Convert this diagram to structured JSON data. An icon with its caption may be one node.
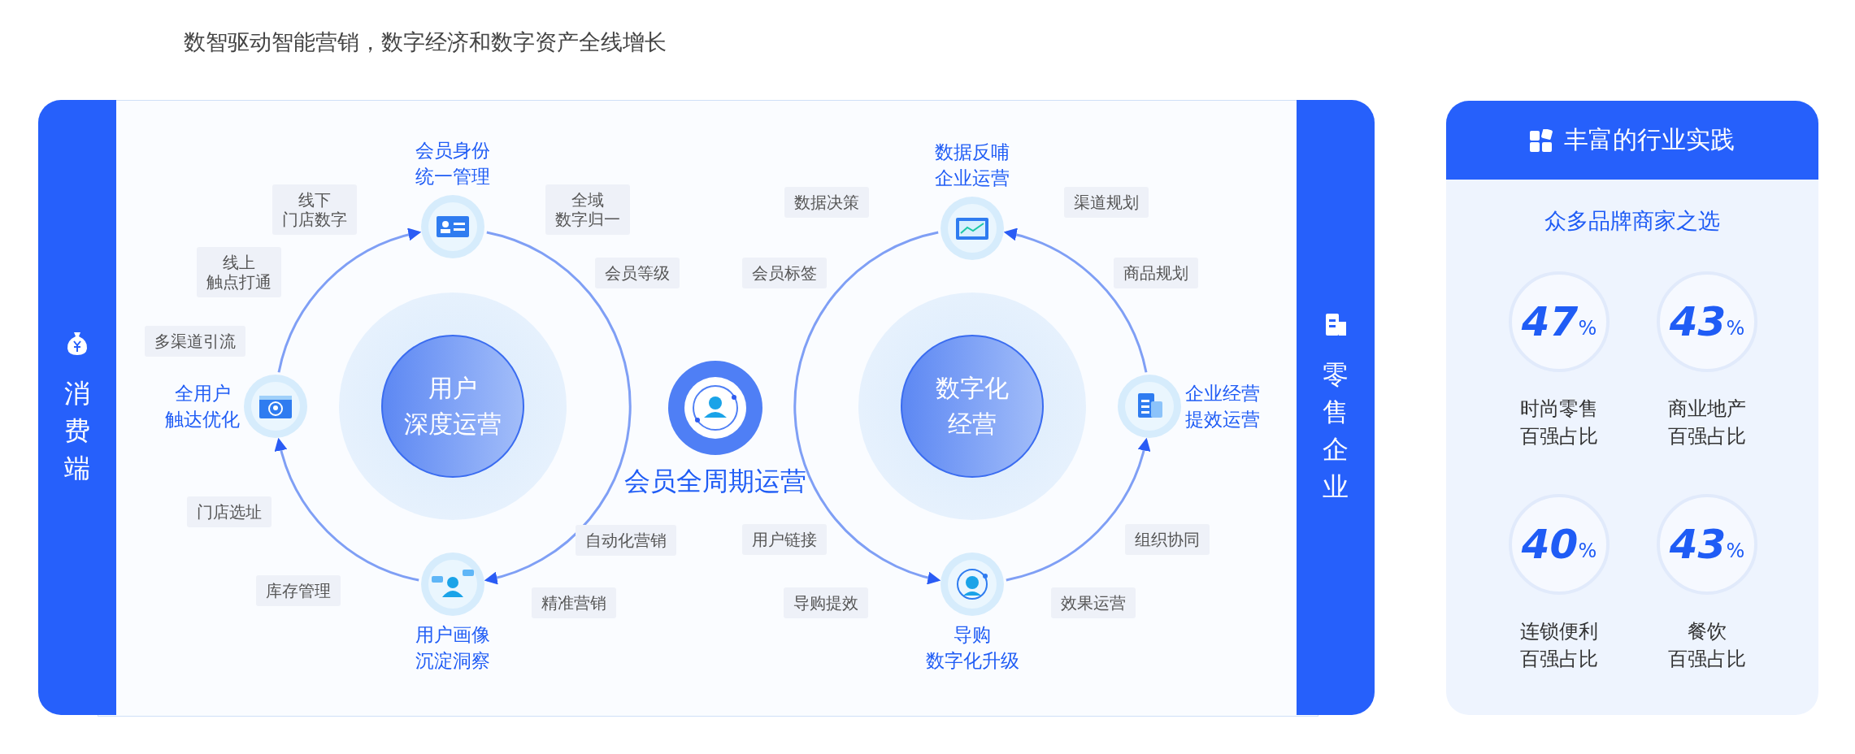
{
  "diagram": {
    "title": "数智驱动智能营销，数字经济和数字资产全线增长",
    "nodes": [
      {
        "text": [
          "消费端"
        ]
      },
      {
        "text": [
          "零售企业"
        ]
      },
      {
        "text": [
          "用户深度运营"
        ]
      },
      {
        "text": [
          "会员身份统一管理"
        ]
      },
      {
        "text": [
          "全用户触达优化"
        ]
      },
      {
        "text": [
          "用户画像沉淀洞察"
        ]
      },
      {
        "text": [
          "会员全周期运营"
        ]
      },
      {
        "text": [
          "数字化经营"
        ]
      },
      {
        "text": [
          "数据反哺企业运营"
        ]
      },
      {
        "text": [
          "企业经营提效运营"
        ]
      },
      {
        "text": [
          "导购数字化升级"
        ]
      },
      {
        "text": [
          "线下门店数字"
        ]
      },
      {
        "text": [
          "全域数字归一"
        ]
      },
      {
        "text": [
          "线上触点打通"
        ]
      },
      {
        "text": [
          "会员等级"
        ]
      },
      {
        "text": [
          "多渠道引流"
        ]
      },
      {
        "text": [
          "门店选址"
        ]
      },
      {
        "text": [
          "自动化营销"
        ]
      },
      {
        "text": [
          "库存管理"
        ]
      },
      {
        "text": [
          "精准营销"
        ]
      },
      {
        "text": [
          "数据决策"
        ]
      },
      {
        "text": [
          "渠道规划"
        ]
      },
      {
        "text": [
          "会员标签"
        ]
      },
      {
        "text": [
          "商品规划"
        ]
      },
      {
        "text": [
          "用户链接"
        ]
      },
      {
        "text": [
          "组织协同"
        ]
      },
      {
        "text": [
          "导购提效"
        ]
      },
      {
        "text": [
          "效果运营"
        ]
      },
      {
        "text": [
          "众多品牌商家之选"
        ]
      },
      {
        "text": [
          "丰富的行业实践"
        ],
        "in": 28
      },
      {
        "text": [
          "47%"
        ],
        "beside": [
          "时尚零售百强占比"
        ],
        "in": 28
      },
      {
        "text": [
          "43%"
        ],
        "beside": [
          "商业地产百强占比"
        ],
        "in": 28
      },
      {
        "text": [
          "40%"
        ],
        "beside": [
          "连锁便利百强占比"
        ],
        "in": 28
      },
      {
        "text": [
          "43%"
        ],
        "beside": [
          "餐饮百强占比"
        ],
        "in": 28
      }
    ],
    "edges": [
      {
        "from": 4,
        "to": 3,
        "arrow": "to"
      },
      {
        "from": 3,
        "to": 5,
        "arrow": "to"
      },
      {
        "from": 5,
        "to": 4,
        "arrow": "to"
      },
      {
        "from": 10,
        "to": 9,
        "arrow": "to"
      },
      {
        "from": 9,
        "to": 8,
        "arrow": "to"
      },
      {
        "from": 8,
        "to": 10,
        "arrow": "to"
      }
    ]
  }
}
